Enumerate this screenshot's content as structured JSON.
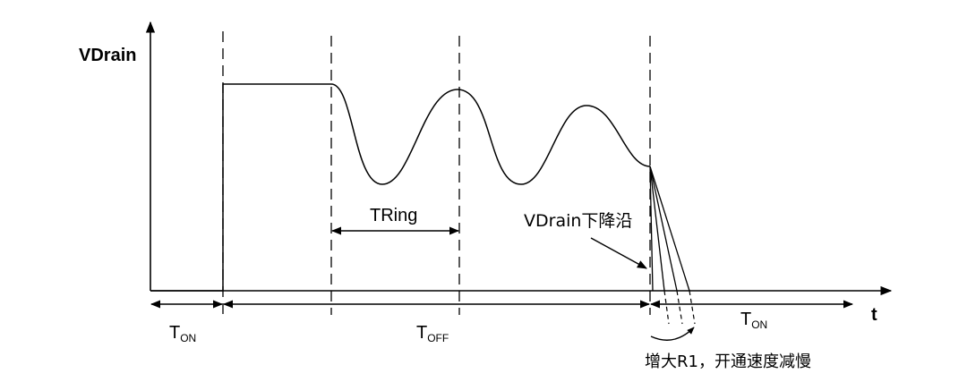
{
  "y_axis_label": "VDrain",
  "x_axis_label": "t",
  "tring_label": "TRing",
  "falling_edge_label": "VDrain下降沿",
  "note_label": "增大R1，开通速度减慢",
  "t_on_left": {
    "main": "T",
    "sub": "ON"
  },
  "t_off": {
    "main": "T",
    "sub": "OFF"
  },
  "t_on_right": {
    "main": "T",
    "sub": "ON"
  }
}
